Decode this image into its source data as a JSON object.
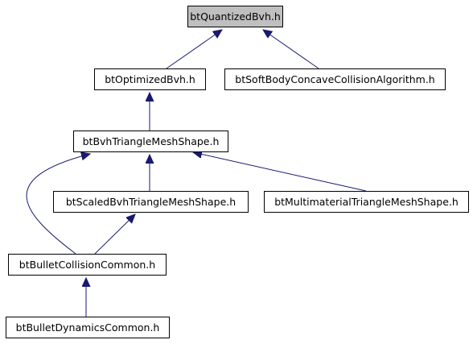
{
  "diagram": {
    "nodes": [
      {
        "id": "btQuantizedBvh",
        "label": "btQuantizedBvh.h",
        "highlighted": true
      },
      {
        "id": "btOptimizedBvh",
        "label": "btOptimizedBvh.h"
      },
      {
        "id": "btSoftBodyConcave",
        "label": "btSoftBodyConcaveCollisionAlgorithm.h"
      },
      {
        "id": "btBvhTriangleMeshShape",
        "label": "btBvhTriangleMeshShape.h"
      },
      {
        "id": "btScaledBvhTriangleMeshShape",
        "label": "btScaledBvhTriangleMeshShape.h"
      },
      {
        "id": "btMultimaterialTriangleMeshShape",
        "label": "btMultimaterialTriangleMeshShape.h"
      },
      {
        "id": "btBulletCollisionCommon",
        "label": "btBulletCollisionCommon.h"
      },
      {
        "id": "btBulletDynamicsCommon",
        "label": "btBulletDynamicsCommon.h"
      }
    ],
    "edges": [
      {
        "from": "btOptimizedBvh",
        "to": "btQuantizedBvh"
      },
      {
        "from": "btSoftBodyConcave",
        "to": "btQuantizedBvh"
      },
      {
        "from": "btBvhTriangleMeshShape",
        "to": "btOptimizedBvh"
      },
      {
        "from": "btScaledBvhTriangleMeshShape",
        "to": "btBvhTriangleMeshShape"
      },
      {
        "from": "btMultimaterialTriangleMeshShape",
        "to": "btBvhTriangleMeshShape"
      },
      {
        "from": "btBulletCollisionCommon",
        "to": "btBvhTriangleMeshShape"
      },
      {
        "from": "btBulletCollisionCommon",
        "to": "btScaledBvhTriangleMeshShape"
      },
      {
        "from": "btBulletDynamicsCommon",
        "to": "btBulletCollisionCommon"
      }
    ],
    "colors": {
      "edge": "#191970",
      "highlighted_fill": "#bfbfbf",
      "node_fill": "#ffffff",
      "node_border": "#000000"
    }
  }
}
